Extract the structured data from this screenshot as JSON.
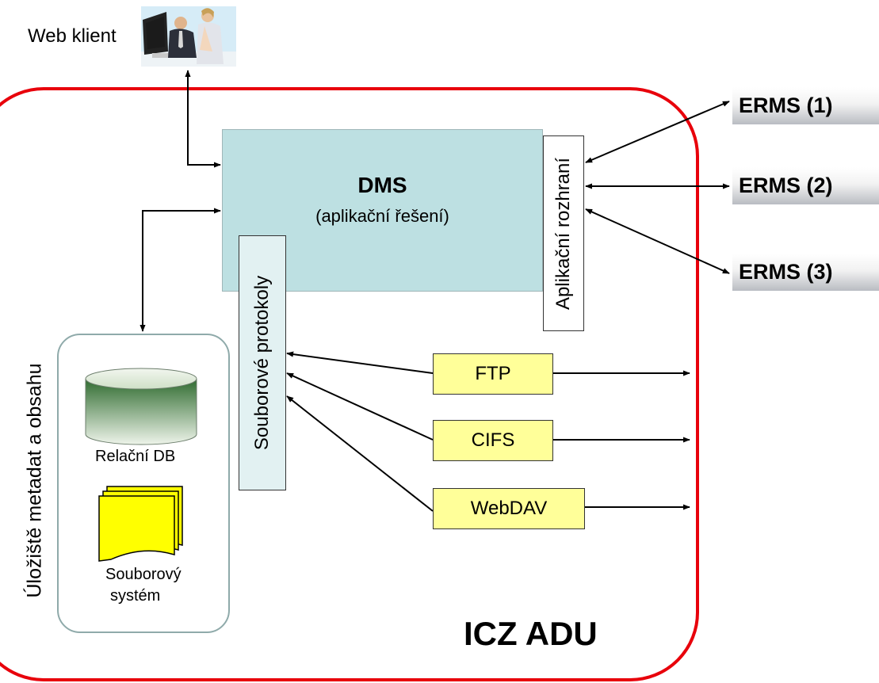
{
  "web_client": {
    "label": "Web klient"
  },
  "dms": {
    "title": "DMS",
    "subtitle": "(aplikační řešení)"
  },
  "app_interface": {
    "label": "Aplikační rozhraní"
  },
  "file_protocols": {
    "label": "Souborové protokoly"
  },
  "storage": {
    "label": "Úložiště metadat a obsahu",
    "db_label": "Relační DB",
    "fs_label_line1": "Souborový",
    "fs_label_line2": "systém"
  },
  "protocols": [
    "FTP",
    "CIFS",
    "WebDAV"
  ],
  "erms": [
    "ERMS (1)",
    "ERMS (2)",
    "ERMS (3)"
  ],
  "boundary": {
    "label": "ICZ ADU"
  },
  "colors": {
    "boundary": "#e8000b",
    "dms_fill": "#bde0e2",
    "protocol_fill": "#ffff99",
    "db_top": "#2f6b2f",
    "db_bottom": "#e6efe0",
    "fs_fill": "#ffff00"
  }
}
